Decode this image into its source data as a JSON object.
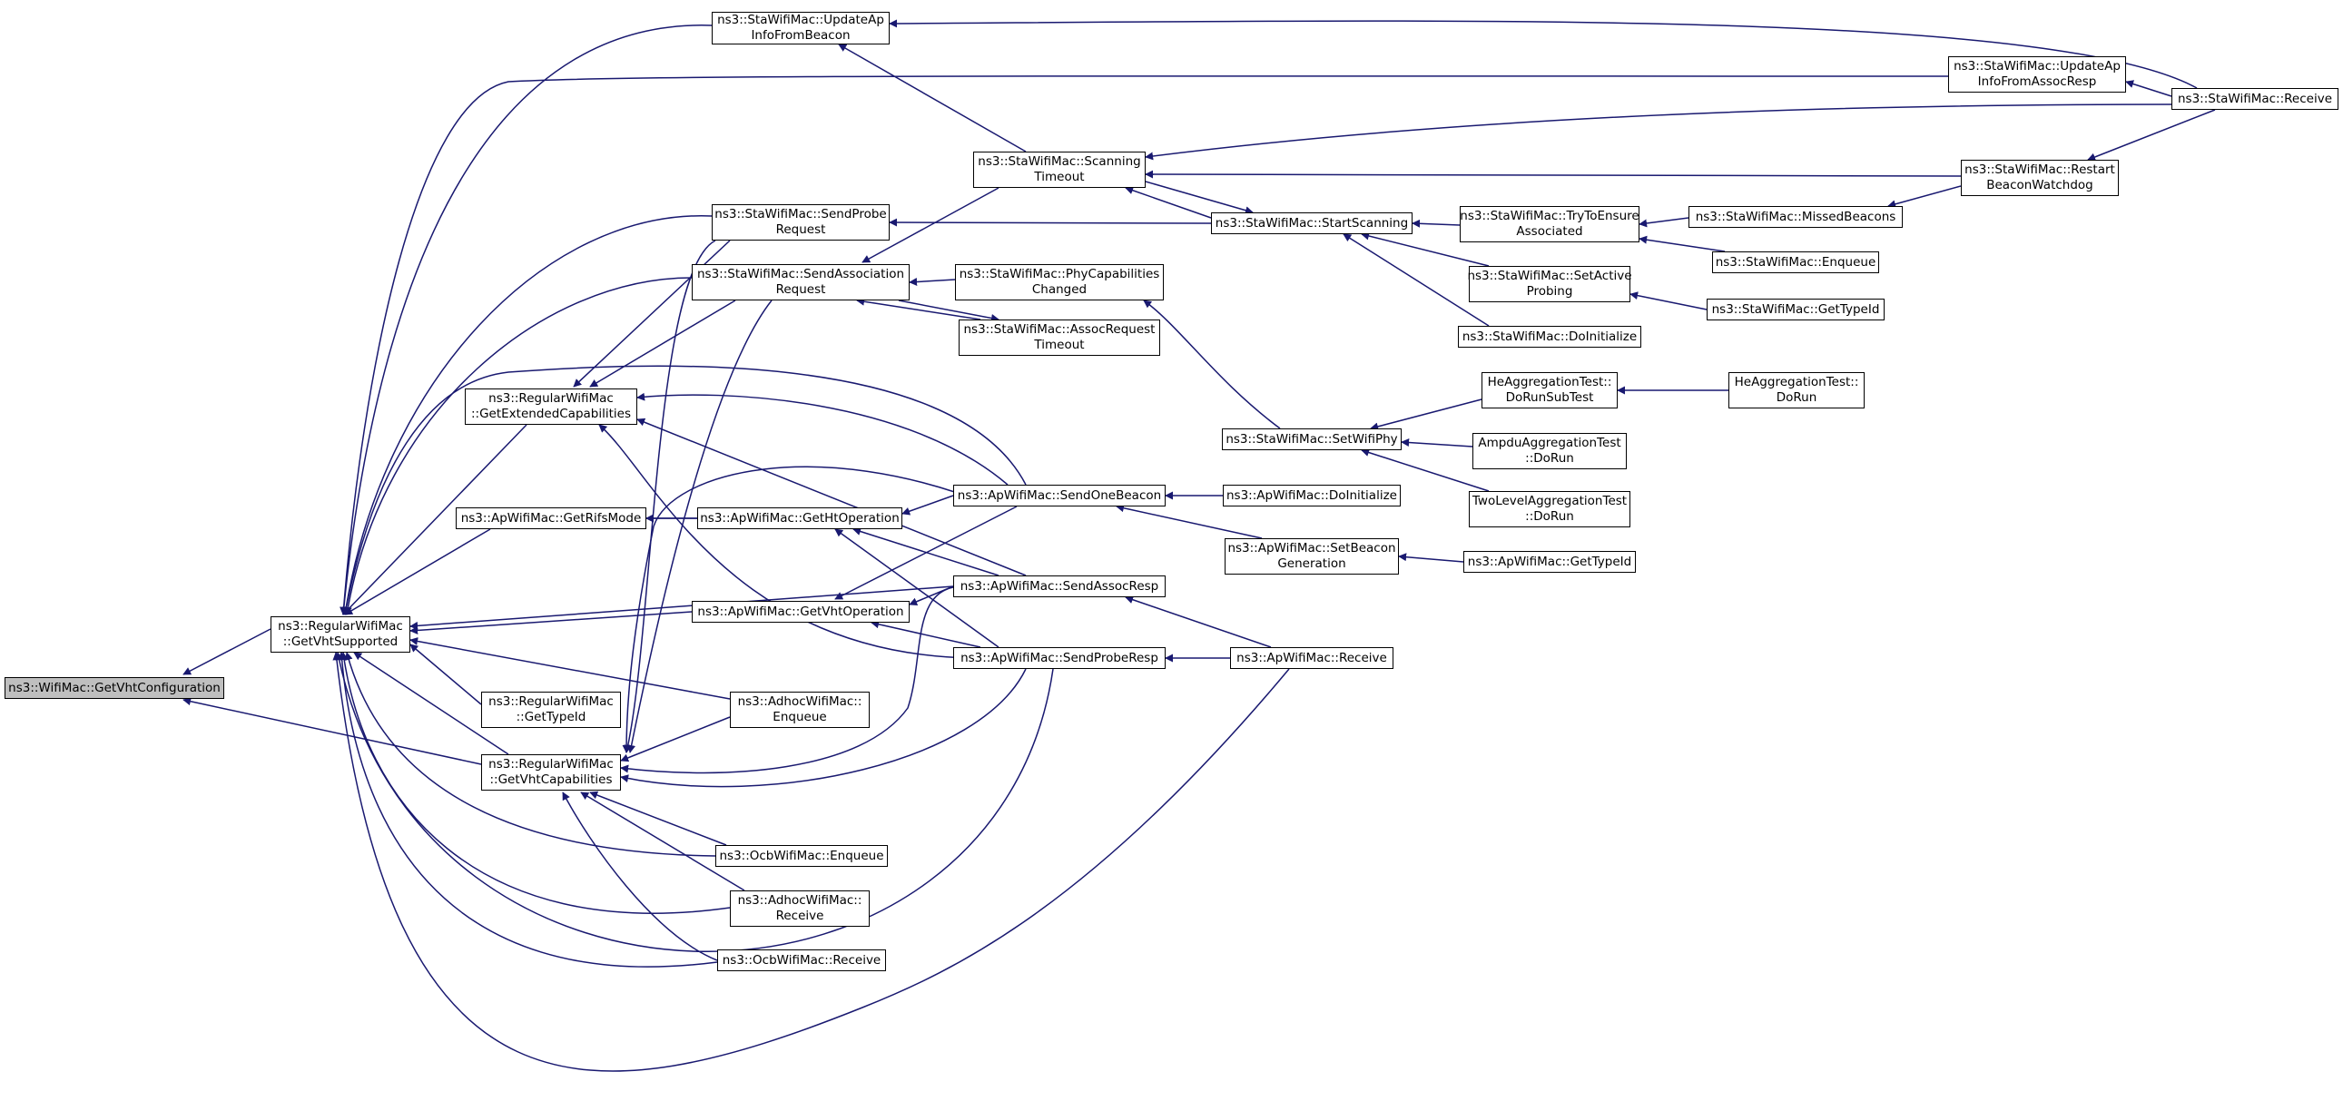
{
  "graph": {
    "edge_color": "#191970",
    "root_fill": "#bfbfbf",
    "nodes": {
      "wifi_getvht": "ns3::WifiMac::GetVhtConfiguration",
      "reg_getvhtsupported": "ns3::RegularWifiMac\n::GetVhtSupported",
      "reg_getextcap": "ns3::RegularWifiMac\n::GetExtendedCapabilities",
      "ap_getrifs": "ns3::ApWifiMac::GetRifsMode",
      "reg_gettypeid": "ns3::RegularWifiMac\n::GetTypeId",
      "reg_getvhtcap": "ns3::RegularWifiMac\n::GetVhtCapabilities",
      "sta_updateap_beacon": "ns3::StaWifiMac::UpdateAp\nInfoFromBeacon",
      "sta_sendprobe": "ns3::StaWifiMac::SendProbe\nRequest",
      "sta_sendassoc": "ns3::StaWifiMac::SendAssociation\nRequest",
      "ap_gethtop": "ns3::ApWifiMac::GetHtOperation",
      "ap_getvhtop": "ns3::ApWifiMac::GetVhtOperation",
      "adhoc_enqueue": "ns3::AdhocWifiMac::\nEnqueue",
      "ocb_enqueue": "ns3::OcbWifiMac::Enqueue",
      "adhoc_receive": "ns3::AdhocWifiMac::\nReceive",
      "ocb_receive": "ns3::OcbWifiMac::Receive",
      "sta_scanning_timeout": "ns3::StaWifiMac::Scanning\nTimeout",
      "sta_phycap": "ns3::StaWifiMac::PhyCapabilities\nChanged",
      "sta_assocreq_timeout": "ns3::StaWifiMac::AssocRequest\nTimeout",
      "ap_sendonebeacon": "ns3::ApWifiMac::SendOneBeacon",
      "ap_sendassocresp": "ns3::ApWifiMac::SendAssocResp",
      "ap_sendproberesp": "ns3::ApWifiMac::SendProbeResp",
      "sta_startscanning": "ns3::StaWifiMac::StartScanning",
      "sta_setwifiphy": "ns3::StaWifiMac::SetWifiPhy",
      "ap_doinit": "ns3::ApWifiMac::DoInitialize",
      "ap_setbeacongen": "ns3::ApWifiMac::SetBeacon\nGeneration",
      "ap_receive": "ns3::ApWifiMac::Receive",
      "sta_trytoensure": "ns3::StaWifiMac::TryToEnsure\nAssociated",
      "sta_setactiveprobing": "ns3::StaWifiMac::SetActive\nProbing",
      "sta_doinit": "ns3::StaWifiMac::DoInitialize",
      "he_dorunsubtest": "HeAggregationTest::\nDoRunSubTest",
      "ampdu_dorun": "AmpduAggregationTest\n::DoRun",
      "twolevel_dorun": "TwoLevelAggregationTest\n::DoRun",
      "ap_gettypeid": "ns3::ApWifiMac::GetTypeId",
      "sta_updateap_assocresp": "ns3::StaWifiMac::UpdateAp\nInfoFromAssocResp",
      "sta_restart_watchdog": "ns3::StaWifiMac::Restart\nBeaconWatchdog",
      "sta_missedbeacons": "ns3::StaWifiMac::MissedBeacons",
      "sta_enqueue": "ns3::StaWifiMac::Enqueue",
      "sta_gettypeid": "ns3::StaWifiMac::GetTypeId",
      "he_dorun": "HeAggregationTest::\nDoRun",
      "sta_receive": "ns3::StaWifiMac::Receive"
    }
  }
}
